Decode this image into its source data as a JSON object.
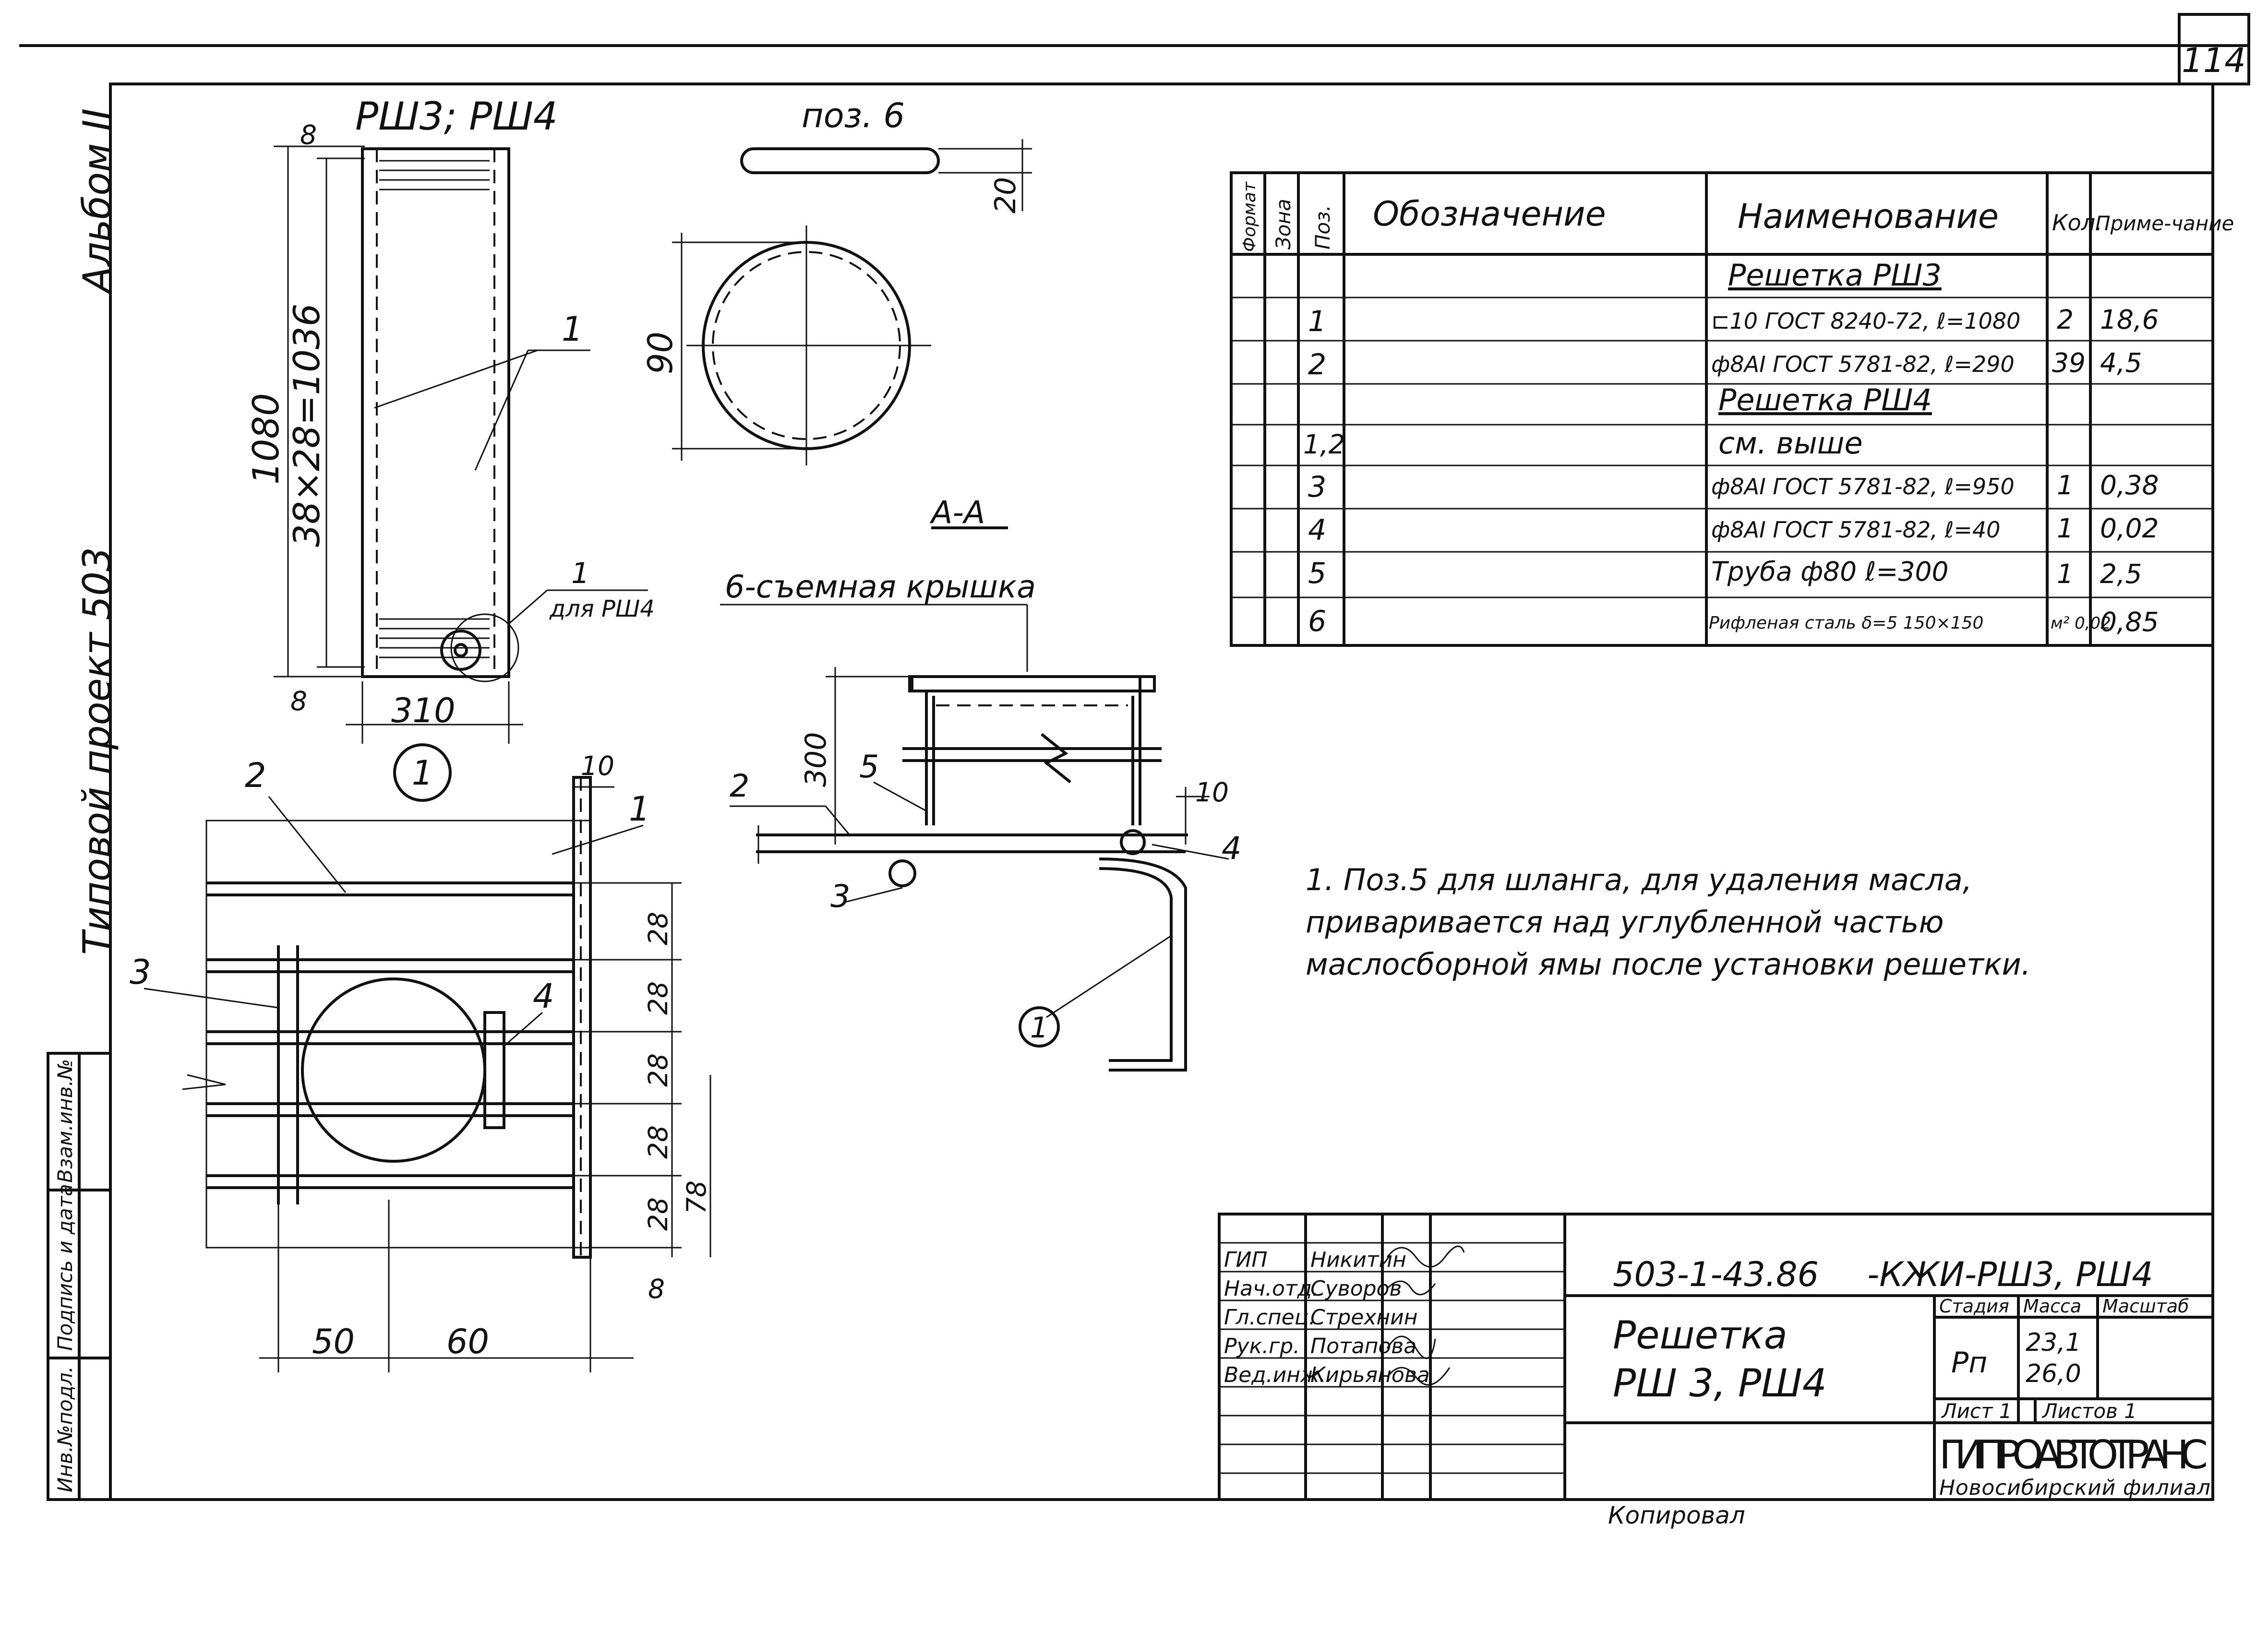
{
  "sheet": {
    "page_number": "114"
  },
  "side": {
    "album": "Альбом II",
    "project": "Типовой проект 503"
  },
  "left_stamp": {
    "c1": "Инв.№подл.",
    "c2": "Подпись и дата",
    "c3": "Взам.инв.№"
  },
  "views": {
    "top_label": "РШ3; РШ4",
    "dim_1080": "1080",
    "dim_38x28": "38×28=1036",
    "dim_310": "310",
    "dim_8a": "8",
    "dim_8b": "8",
    "note_1_for": "для РШ4",
    "leader_1": "1",
    "leader_1b": "1",
    "pos6_title": "поз. 6",
    "dim_20": "20",
    "dim_90": "90",
    "section_label": "А-А",
    "lid_label": "6-съемная крышка",
    "dim_300": "300",
    "dim_10a": "10",
    "dim_10b": "10",
    "lbl_2a": "2",
    "lbl_2b": "2",
    "lbl_3a": "3",
    "lbl_3b": "3",
    "lbl_4a": "4",
    "lbl_4b": "4",
    "lbl_5": "5",
    "lbl_1": "1",
    "callout_1": "1",
    "callout_1b": "1",
    "dim_28a": "28",
    "dim_28b": "28",
    "dim_28c": "28",
    "dim_28d": "28",
    "dim_28e": "28",
    "dim_78": "78",
    "dim_8c": "8",
    "dim_50": "50",
    "dim_60": "60"
  },
  "spec_table": {
    "headers": {
      "format": "Формат",
      "zone": "Зона",
      "pos": "Поз.",
      "designation": "Обозначение",
      "name": "Наименование",
      "qty": "Кол.",
      "note": "Приме-чание"
    },
    "rows": [
      {
        "pos": "",
        "name": "Решетка РШ3",
        "qty": "",
        "note": ""
      },
      {
        "pos": "1",
        "name": "⊏10 ГОСТ 8240-72, ℓ=1080",
        "qty": "2",
        "note": "18,6"
      },
      {
        "pos": "2",
        "name": "ф8АI ГОСТ 5781-82, ℓ=290",
        "qty": "39",
        "note": "4,5"
      },
      {
        "pos": "",
        "name": "Решетка РШ4",
        "qty": "",
        "note": ""
      },
      {
        "pos": "1,2",
        "name": "см. выше",
        "qty": "",
        "note": ""
      },
      {
        "pos": "3",
        "name": "ф8АI ГОСТ 5781-82, ℓ=950",
        "qty": "1",
        "note": "0,38"
      },
      {
        "pos": "4",
        "name": "ф8АI ГОСТ 5781-82, ℓ=40",
        "qty": "1",
        "note": "0,02"
      },
      {
        "pos": "5",
        "name": "Труба ф80   ℓ=300",
        "qty": "1",
        "note": "2,5"
      },
      {
        "pos": "6",
        "name": "Рифленая сталь δ=5 150×150",
        "qty": "м² 0,02",
        "note": "0,85"
      }
    ]
  },
  "note_text": "1. Поз.5 для шланга, для удаления масла, приваривается над углубленной частью маслосборной ямы после установки решетки.",
  "title_block": {
    "code": "503-1-43.86",
    "code_suffix": "-КЖИ-РШ3, РШ4",
    "title_line1": "Решетка",
    "title_line2": "РШ 3, РШ4",
    "roles": [
      "ГИП",
      "Нач.отд.",
      "Гл.спец.",
      "Рук.гр.",
      "Вед.инж."
    ],
    "names": [
      "Никитин",
      "Суворов",
      "Стрехнин",
      "Потапова",
      "Кирьянова"
    ],
    "stage_header": "Стадия",
    "mass_header": "Масса",
    "scale_header": "Масштаб",
    "stage": "Рп",
    "mass1": "23,1",
    "mass2": "26,0",
    "sheet": "Лист 1",
    "sheets": "Листов 1",
    "org1": "ГИПРОАВТОТРАНС",
    "org2": "Новосибирский филиал",
    "copied": "Копировал"
  }
}
